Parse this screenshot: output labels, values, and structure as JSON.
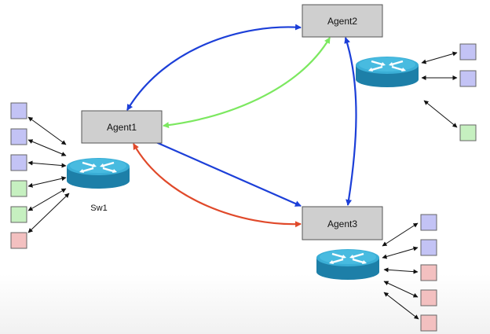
{
  "agents": [
    {
      "id": "agent1",
      "label": "Agent1"
    },
    {
      "id": "agent2",
      "label": "Agent2"
    },
    {
      "id": "agent3",
      "label": "Agent3"
    }
  ],
  "switch_labels": {
    "sw1": "Sw1"
  },
  "colors": {
    "agent_fill": "#cfcfcf",
    "link_blue": "#1c3fd8",
    "link_green": "#7ce860",
    "link_red": "#e0492a",
    "host_blue": "#c3c3f5",
    "host_green": "#c6f0c0",
    "host_red": "#f3c0c0",
    "router_top": "#3aaed6",
    "router_side": "#1d7fa8"
  },
  "hosts": {
    "sw1": [
      "blue",
      "blue",
      "blue",
      "green",
      "green",
      "red"
    ],
    "agent2_switch": [
      "blue",
      "blue",
      "green"
    ],
    "agent3_switch": [
      "blue",
      "blue",
      "red",
      "red",
      "red"
    ]
  },
  "links": [
    {
      "from": "Agent1",
      "to": "Agent2",
      "color": "blue"
    },
    {
      "from": "Agent2",
      "to": "Agent1",
      "color": "green"
    },
    {
      "from": "Agent2",
      "to": "Agent3",
      "color": "blue"
    },
    {
      "from": "Agent1",
      "to": "Agent3",
      "color": "blue"
    },
    {
      "from": "Agent3",
      "to": "Agent1",
      "color": "red"
    }
  ]
}
